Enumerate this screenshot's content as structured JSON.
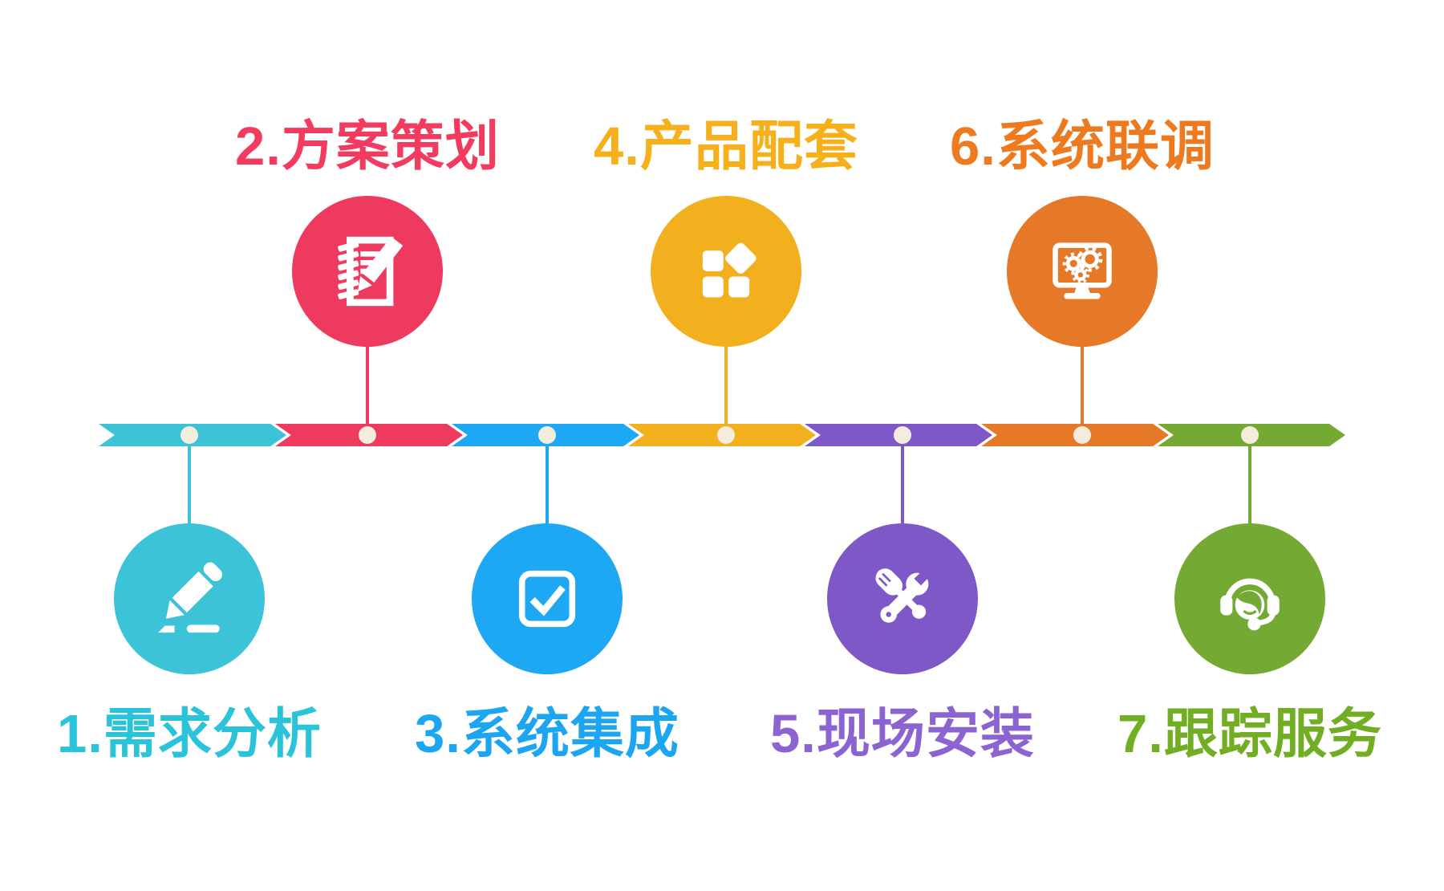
{
  "background": "#ffffff",
  "dot_color": "#f4ecdd",
  "steps": [
    {
      "label": "1.需求分析",
      "color": "#3cc3d8",
      "text_color": "#2bc3da",
      "icon": "pencil-icon"
    },
    {
      "label": "2.方案策划",
      "color": "#ee3a5e",
      "text_color": "#f23b5e",
      "icon": "notebook-pencil-icon"
    },
    {
      "label": "3.系统集成",
      "color": "#1ea7f2",
      "text_color": "#1ca6f2",
      "icon": "checkbox-icon"
    },
    {
      "label": "4.产品配套",
      "color": "#f2b01e",
      "text_color": "#f6b01b",
      "icon": "squares-icon"
    },
    {
      "label": "5.现场安装",
      "color": "#7f58c7",
      "text_color": "#8b64d2",
      "icon": "tools-icon"
    },
    {
      "label": "6.系统联调",
      "color": "#e57928",
      "text_color": "#ed7a1f",
      "icon": "monitor-gears-icon"
    },
    {
      "label": "7.跟踪服务",
      "color": "#74aa33",
      "text_color": "#72ae24",
      "icon": "headset-icon"
    }
  ]
}
